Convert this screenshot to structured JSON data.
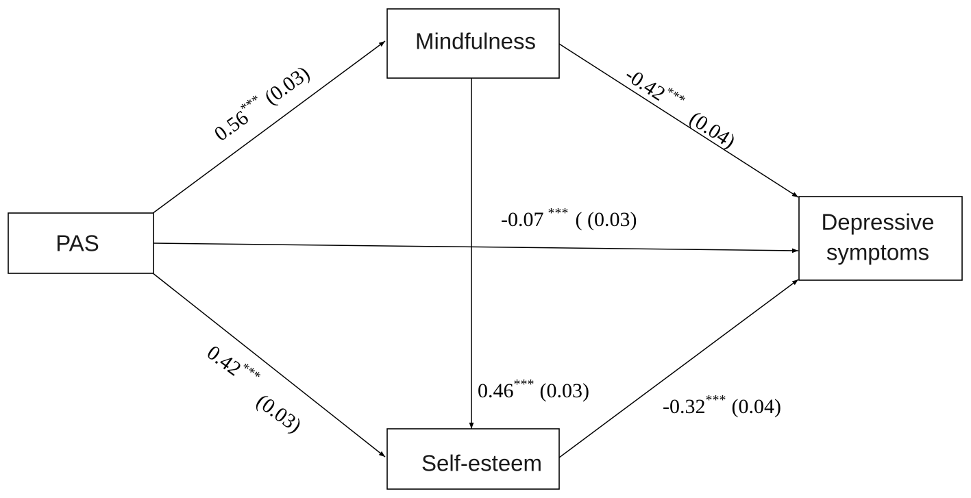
{
  "nodes": {
    "pas": {
      "label": "PAS"
    },
    "mindfulness": {
      "label": "Mindfulness"
    },
    "self_esteem": {
      "label": "Self-esteem"
    },
    "depressive": {
      "label_line1": "Depressive",
      "label_line2": "symptoms"
    }
  },
  "paths": {
    "pas_mindfulness": {
      "coef": "0.56",
      "sig": "***",
      "se": "(0.03)"
    },
    "mindfulness_depressive": {
      "coef": "-0.42",
      "sig": "***",
      "se": "(0.04)"
    },
    "pas_depressive": {
      "coef": "-0.07",
      "sig": "***",
      "se": "( (0.03)"
    },
    "mindfulness_self_esteem": {
      "coef": "0.46",
      "sig": "***",
      "se": "(0.03)"
    },
    "pas_self_esteem": {
      "coef": "0.42",
      "sig": "***",
      "se": "(0.03)"
    },
    "self_esteem_depressive": {
      "coef": "-0.32",
      "sig": "***",
      "se": "(0.04)"
    }
  }
}
